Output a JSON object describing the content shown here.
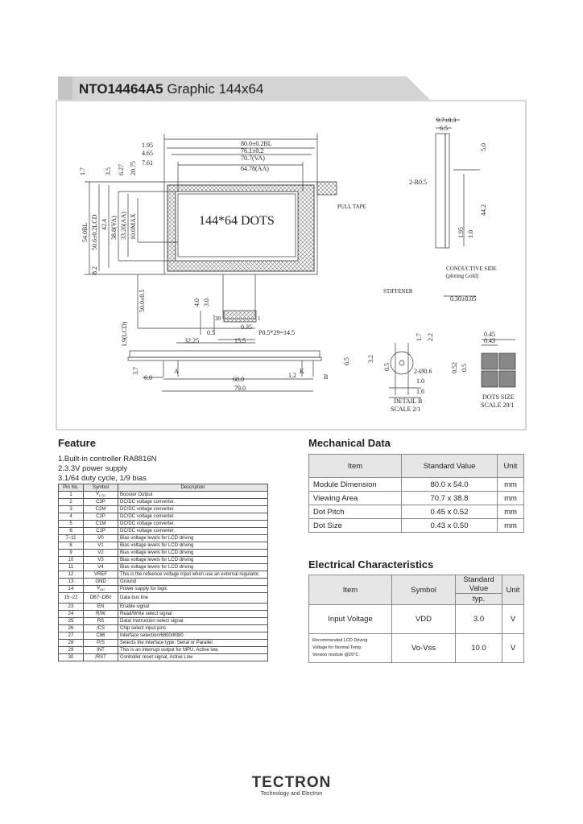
{
  "header": {
    "part_number": "NTO14464A5",
    "subtitle": "Graphic 144x64"
  },
  "drawing": {
    "dims": {
      "width_bl": "80.0±0.2BL",
      "width_76": "76.1±0.2",
      "width_va": "70.7(VA)",
      "width_aa": "64.78(AA)",
      "d195": "1.95",
      "d465": "4.65",
      "d761": "7.61",
      "d17": "1.7",
      "d35": "3.5",
      "d627": "6.27",
      "d2075": "20.75",
      "height_bl": "54.0BL",
      "height_lcd": "50.6±0.2LCD",
      "d424": "42.4",
      "height_va": "38.8(VA)",
      "height_aa": "33.26(AA)",
      "max10": "10.0MAX",
      "d82": "8.2",
      "fpc_len": "50.0±0.5",
      "d40": "4.0",
      "d30": "3.0",
      "pin30": "30",
      "pin1": "1",
      "d05": "0.5",
      "d035": "0.35",
      "pitch": "P0.5*29=14.5",
      "d3225": "32.25",
      "d155": "15.5",
      "d19lcd": "1.9(LCD)",
      "d37": "3.7",
      "d60": "6.0",
      "d680": "68.0",
      "d12": "1.2",
      "d790": "79.0",
      "d65": "6.5",
      "label_a": "A",
      "label_k": "K",
      "label_b": "B",
      "side_97": "9.7±0.3",
      "side_65": "6.5",
      "side_50": "5.0",
      "side_r05": "2-R0.5",
      "side_442": "44.2",
      "side_195": "1.95",
      "side_10": "1.0",
      "side_030": "0.30±0.05"
    },
    "center_text": "144*64 DOTS",
    "pull_tape": "PULL TAPE",
    "conductive_side": "CONOUCTIVE SIDE",
    "ploting": "(ploting Gold)",
    "stiffener": "STIFFENER",
    "detail": {
      "d17": "1.7",
      "d22": "2.2",
      "d05": "0.5",
      "d32": "3.2",
      "hole": "2-Ø0.6",
      "d10": "1.0",
      "d16": "1.6",
      "title": "DETAIL B",
      "scale": "SCALE 2/1"
    },
    "dots": {
      "d045": "0.45",
      "d043": "0.43",
      "d052": "0.52",
      "d05": "0.5",
      "title": "DOTS SIZE",
      "scale": "SCALE 20/1"
    }
  },
  "feature": {
    "title": "Feature",
    "lines": [
      "1.Built-in controller RA8816N",
      "2.3.3V power supply",
      "3.1/64 duty cycle, 1/9 bias"
    ],
    "table_headers": [
      "Pin No.",
      "Symbol",
      "Description"
    ],
    "pins": [
      {
        "no": "1",
        "sym": "V",
        "sub": "LCD",
        "desc": "Booster Output"
      },
      {
        "no": "2",
        "sym": "C3P",
        "desc": "DC/DC voltage converter."
      },
      {
        "no": "3",
        "sym": "C2M",
        "desc": "DC/DC voltage converter."
      },
      {
        "no": "4",
        "sym": "C2P",
        "desc": "DC/DC voltage converter."
      },
      {
        "no": "5",
        "sym": "C1M",
        "desc": "DC/DC voltage converter."
      },
      {
        "no": "6",
        "sym": "C1P",
        "desc": "DC/DC voltage converter."
      },
      {
        "no": "7~11",
        "sym": "V0",
        "desc": "Bias voltage levels for LCD driving"
      },
      {
        "no": "8",
        "sym": "V1",
        "desc": "Bias voltage levels for LCD driving"
      },
      {
        "no": "9",
        "sym": "V2",
        "desc": "Bias voltage levels for LCD driving"
      },
      {
        "no": "10",
        "sym": "V3",
        "desc": "Bias voltage levels for LCD driving"
      },
      {
        "no": "11",
        "sym": "V4",
        "desc": "Bias voltage levels for LCD driving"
      },
      {
        "no": "12",
        "sym": "VREF",
        "desc": "This is the refeence voltage input when use an external regulator."
      },
      {
        "no": "13",
        "sym": "GND",
        "desc": "Ground"
      },
      {
        "no": "14",
        "sym": "V",
        "sub": "DD",
        "desc": "Power supply for logic"
      },
      {
        "no": "15~22",
        "sym": "DB7~DB0",
        "desc": "Data bus line"
      },
      {
        "no": "23",
        "sym": "EN",
        "desc": "Enable signal"
      },
      {
        "no": "24",
        "sym": "R/W",
        "desc": "Read/Write select signal"
      },
      {
        "no": "25",
        "sym": "RS",
        "desc": "Data/ Instruction select signal"
      },
      {
        "no": "26",
        "sym": "/CS",
        "desc": "Chip select input pins"
      },
      {
        "no": "27",
        "sym": "C86",
        "desc": "Interface selection/6800/8080"
      },
      {
        "no": "28",
        "sym": "P/S",
        "desc": "Selects the interface type: Serial or Parallel."
      },
      {
        "no": "29",
        "sym": "INT",
        "desc": "This is an interrupt output for MPU. Active low."
      },
      {
        "no": "30",
        "sym": "/RST",
        "desc": "Controller reset signal, Active Low"
      }
    ]
  },
  "mechanical": {
    "title": "Mechanical Data",
    "headers": [
      "Item",
      "Standard Value",
      "Unit"
    ],
    "rows": [
      {
        "item": "Module Dimension",
        "value": "80.0 x 54.0",
        "unit": "mm"
      },
      {
        "item": "Viewing Area",
        "value": "70.7 x 38.8",
        "unit": "mm"
      },
      {
        "item": "Dot Pitch",
        "value": "0.45 x 0.52",
        "unit": "mm"
      },
      {
        "item": "Dot Size",
        "value": "0.43 x 0.50",
        "unit": "mm"
      }
    ]
  },
  "electrical": {
    "title": "Electrical Characteristics",
    "headers": {
      "item": "Item",
      "symbol": "Symbol",
      "std": "Standard Value",
      "typ": "typ.",
      "unit": "Unit"
    },
    "rows": [
      {
        "item": "Input Voltage",
        "symbol": "VDD",
        "typ": "3.0",
        "unit": "V"
      },
      {
        "item_lines": [
          "Recommended LCD Driving",
          "Voltage for Normal Temp.",
          "Version module @25°C"
        ],
        "symbol": "Vo-Vss",
        "typ": "10.0",
        "unit": "V"
      }
    ]
  },
  "footer": {
    "brand": "TECTRON",
    "tagline": "Technology and Electron"
  }
}
